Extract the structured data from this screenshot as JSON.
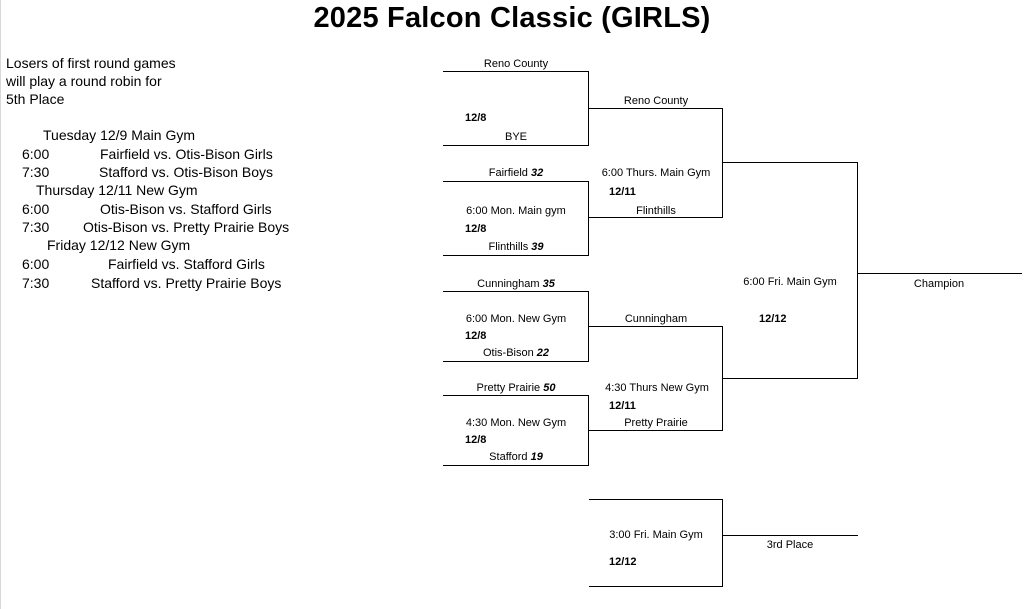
{
  "title": "2025 Falcon Classic (GIRLS)",
  "note": [
    "Losers of first round games",
    "will play a round robin for",
    "5th Place"
  ],
  "schedule": [
    {
      "type": "day",
      "text": "Tuesday 12/9 Main Gym"
    },
    {
      "type": "game",
      "time": "6:00",
      "matchup": "Fairfield vs. Otis-Bison Girls"
    },
    {
      "type": "game",
      "time": "7:30",
      "matchup": "Stafford vs. Otis-Bison Boys"
    },
    {
      "type": "day",
      "text": "Thursday 12/11 New Gym"
    },
    {
      "type": "game",
      "time": "6:00",
      "matchup": "Otis-Bison vs. Stafford Girls"
    },
    {
      "type": "game",
      "time": "7:30",
      "matchup": "Otis-Bison vs. Pretty Prairie Boys"
    },
    {
      "type": "day",
      "text": "Friday 12/12 New Gym"
    },
    {
      "type": "game",
      "time": "6:00",
      "matchup": "Fairfield vs. Stafford Girls"
    },
    {
      "type": "game",
      "time": "7:30",
      "matchup": "Stafford vs. Pretty Prairie Boys"
    }
  ],
  "bracket": {
    "r1": [
      {
        "top": "Reno County",
        "top_score": "",
        "date": "12/8",
        "info": "",
        "bottom": "BYE",
        "bottom_score": ""
      },
      {
        "top": "Fairfield",
        "top_score": "32",
        "date": "12/8",
        "info": "6:00 Mon. Main gym",
        "bottom": "Flinthills",
        "bottom_score": "39"
      },
      {
        "top": "Cunningham",
        "top_score": "35",
        "date": "12/8",
        "info": "6:00 Mon. New Gym",
        "bottom": "Otis-Bison",
        "bottom_score": "22"
      },
      {
        "top": "Pretty Prairie",
        "top_score": "50",
        "date": "12/8",
        "info": "4:30 Mon. New Gym",
        "bottom": "Stafford",
        "bottom_score": "19"
      }
    ],
    "r2": [
      {
        "top": "Reno County",
        "info": "6:00 Thurs. Main Gym",
        "date": "12/11",
        "bottom": "Flinthills"
      },
      {
        "top": "Cunningham",
        "info": "4:30 Thurs New Gym",
        "date": "12/11",
        "bottom": "Pretty Prairie"
      }
    ],
    "final": {
      "info": "6:00 Fri. Main Gym",
      "date": "12/12",
      "label": "Champion"
    },
    "third": {
      "info": "3:00 Fri. Main Gym",
      "date": "12/12",
      "label": "3rd Place"
    }
  }
}
